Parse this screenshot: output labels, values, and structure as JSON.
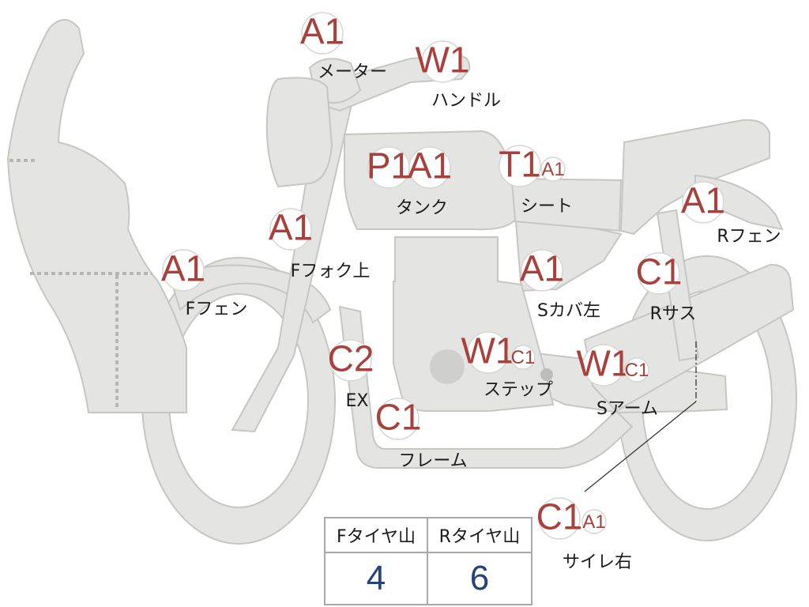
{
  "parts": [
    {
      "id": "meter",
      "label": "メーター",
      "grades": [
        "A1"
      ]
    },
    {
      "id": "handle",
      "label": "ハンドル",
      "grades": [
        "W1"
      ]
    },
    {
      "id": "tank",
      "label": "タンク",
      "grades": [
        "P1",
        "A1"
      ]
    },
    {
      "id": "seat",
      "label": "シート",
      "grades": [
        "T1",
        "A1"
      ]
    },
    {
      "id": "front-fork-upper",
      "label": "Fフォク上",
      "grades": [
        "A1"
      ]
    },
    {
      "id": "rear-fender",
      "label": "Rフェン",
      "grades": [
        "A1"
      ]
    },
    {
      "id": "front-fender",
      "label": "Fフェン",
      "grades": [
        "A1"
      ]
    },
    {
      "id": "side-cover-left",
      "label": "Sカバ左",
      "grades": [
        "A1"
      ]
    },
    {
      "id": "rear-suspension",
      "label": "Rサス",
      "grades": [
        "C1"
      ]
    },
    {
      "id": "exhaust",
      "label": "EX",
      "grades": [
        "C2"
      ]
    },
    {
      "id": "step",
      "label": "ステップ",
      "grades": [
        "W1",
        "C1"
      ]
    },
    {
      "id": "swing-arm",
      "label": "Sアーム",
      "grades": [
        "W1",
        "C1"
      ]
    },
    {
      "id": "frame",
      "label": "フレーム",
      "grades": [
        "C1"
      ]
    },
    {
      "id": "muffler-right",
      "label": "サイレ右",
      "grades": [
        "C1",
        "A1"
      ]
    }
  ],
  "tire_table": {
    "front_header": "Fタイヤ山",
    "rear_header": "Rタイヤ山",
    "front_value": "4",
    "rear_value": "6"
  },
  "colors": {
    "bike_fill": "#e4e4e2",
    "badge_text": "#a8413b",
    "table_value": "#24427e"
  }
}
